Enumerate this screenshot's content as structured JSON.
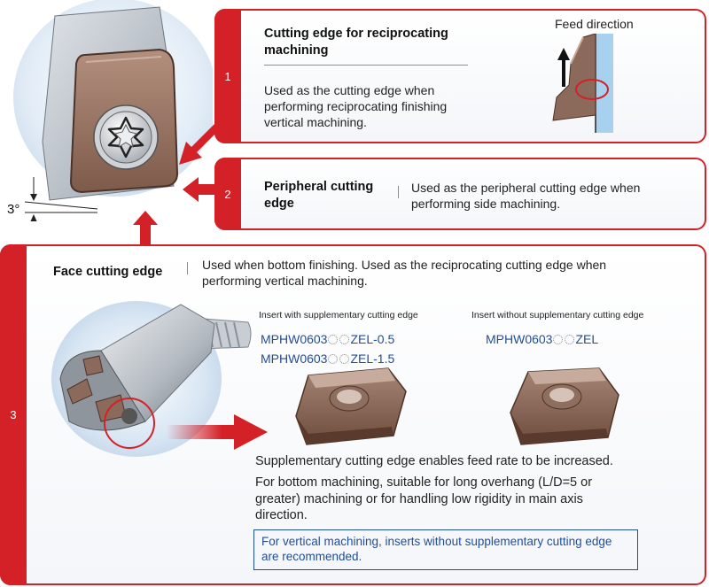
{
  "colors": {
    "accent_red": "#d42027",
    "model_blue": "#1f4e9c"
  },
  "panel1": {
    "number": "1",
    "title": "Cutting edge for reciprocating machining",
    "description": "Used as the cutting edge when performing reciprocating finishing vertical machining.",
    "diagram_label": "Feed direction"
  },
  "panel2": {
    "number": "2",
    "title": "Peripheral cutting edge",
    "description": "Used as the peripheral cutting edge when performing side machining."
  },
  "panel3": {
    "number": "3",
    "title": "Face cutting edge",
    "description": "Used when bottom finishing. Used as the reciprocating cutting edge when performing vertical machining.",
    "with_supp_caption": "Insert with supplementary cutting edge",
    "without_supp_caption": "Insert without supplementary cutting edge",
    "with_supp_models": [
      {
        "prefix": "MPHW0603",
        "suffix": "ZEL-0.5"
      },
      {
        "prefix": "MPHW0603",
        "suffix": "ZEL-1.5"
      }
    ],
    "without_supp_models": [
      {
        "prefix": "MPHW0603",
        "suffix": "ZEL"
      }
    ],
    "text_feed_rate": "Supplementary cutting edge enables feed rate to be increased.",
    "text_bottom": "For bottom machining, suitable for long overhang (L/D=5 or greater) machining or for handling low rigidity in main axis direction.",
    "note": "For vertical machining, inserts without supplementary cutting edge are recommended."
  },
  "angle_label": "3°"
}
